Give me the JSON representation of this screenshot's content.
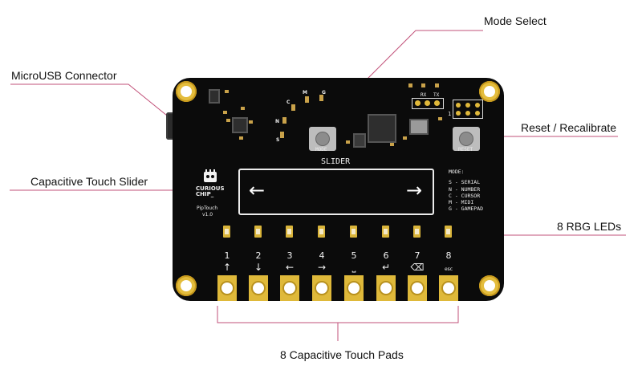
{
  "labels": {
    "microusb": "MicroUSB Connector",
    "mode_select": "Mode Select",
    "reset": "Reset / Recalibrate",
    "slider": "Capacitive Touch Slider",
    "leds": "8 RBG LEDs",
    "pads": "8 Capacitive Touch Pads"
  },
  "board": {
    "slider_label": "SLIDER",
    "slider_left_arrow": "←",
    "slider_right_arrow": "→",
    "mode_button_label": "MODE",
    "reset_button_label": "RESET",
    "rx_label": "RX",
    "tx_label": "TX",
    "header_pin_label": "1",
    "mode_letters": [
      "S",
      "N",
      "C",
      "M",
      "G"
    ],
    "logo_line1": "CURIOUS",
    "logo_line2": "CHIP_",
    "product_name": "PipTouch",
    "version": "v1.0",
    "mode_legend": {
      "title": "MODE:",
      "lines": [
        "S - SERIAL",
        "N - NUMBER",
        "C - CURSOR",
        "M - MIDI",
        "G - GAMEPAD"
      ]
    },
    "pads": [
      {
        "number": "1",
        "symbol": "↑"
      },
      {
        "number": "2",
        "symbol": "↓"
      },
      {
        "number": "3",
        "symbol": "←"
      },
      {
        "number": "4",
        "symbol": "→"
      },
      {
        "number": "5",
        "symbol": "⎵"
      },
      {
        "number": "6",
        "symbol": "↵"
      },
      {
        "number": "7",
        "symbol": "⌫"
      },
      {
        "number": "8",
        "symbol": "esc"
      }
    ]
  },
  "colors": {
    "leader": "#c2527a",
    "pcb": "#0b0b0b",
    "gold": "#dfb93a"
  }
}
